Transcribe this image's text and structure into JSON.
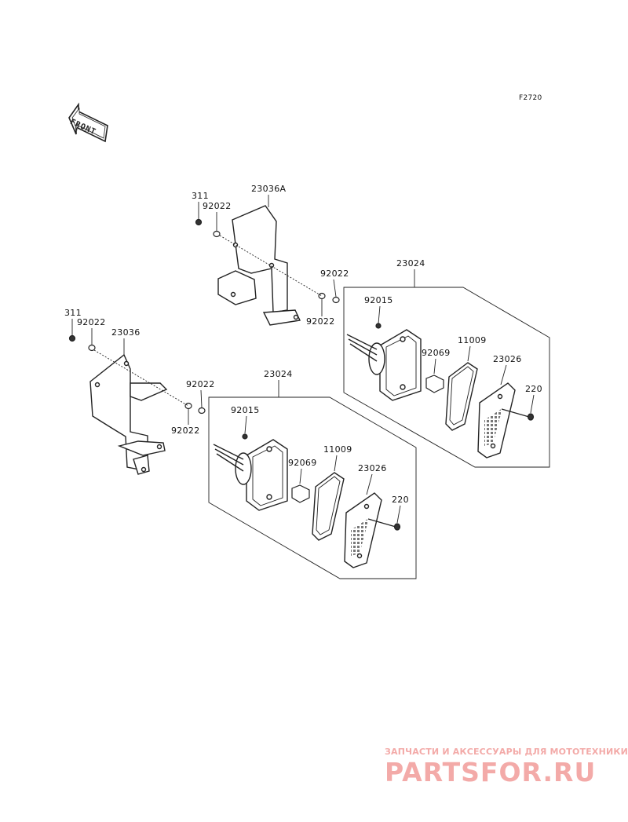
{
  "figure_id": "F2720",
  "front_label": "FRONT",
  "labels": {
    "u_311": "311",
    "u_92022_a": "92022",
    "u_23036A": "23036A",
    "u_92022_b": "92022",
    "u_92022_c": "92022",
    "u_23024": "23024",
    "u_92015": "92015",
    "u_11009": "11009",
    "u_92069": "92069",
    "u_23026": "23026",
    "u_220": "220",
    "l_311": "311",
    "l_92022_a": "92022",
    "l_23036": "23036",
    "l_92022_b": "92022",
    "l_92022_c": "92022",
    "l_23024": "23024",
    "l_92015": "92015",
    "l_11009": "11009",
    "l_92069": "92069",
    "l_23026": "23026",
    "l_220": "220"
  },
  "watermark": {
    "tagline": "ЗАПЧАСТИ И АКСЕССУАРЫ ДЛЯ МОТОТЕХНИКИ",
    "logo": "PARTSFOR.RU"
  },
  "colors": {
    "line": "#222222",
    "watermark": "#f3aaa8"
  }
}
